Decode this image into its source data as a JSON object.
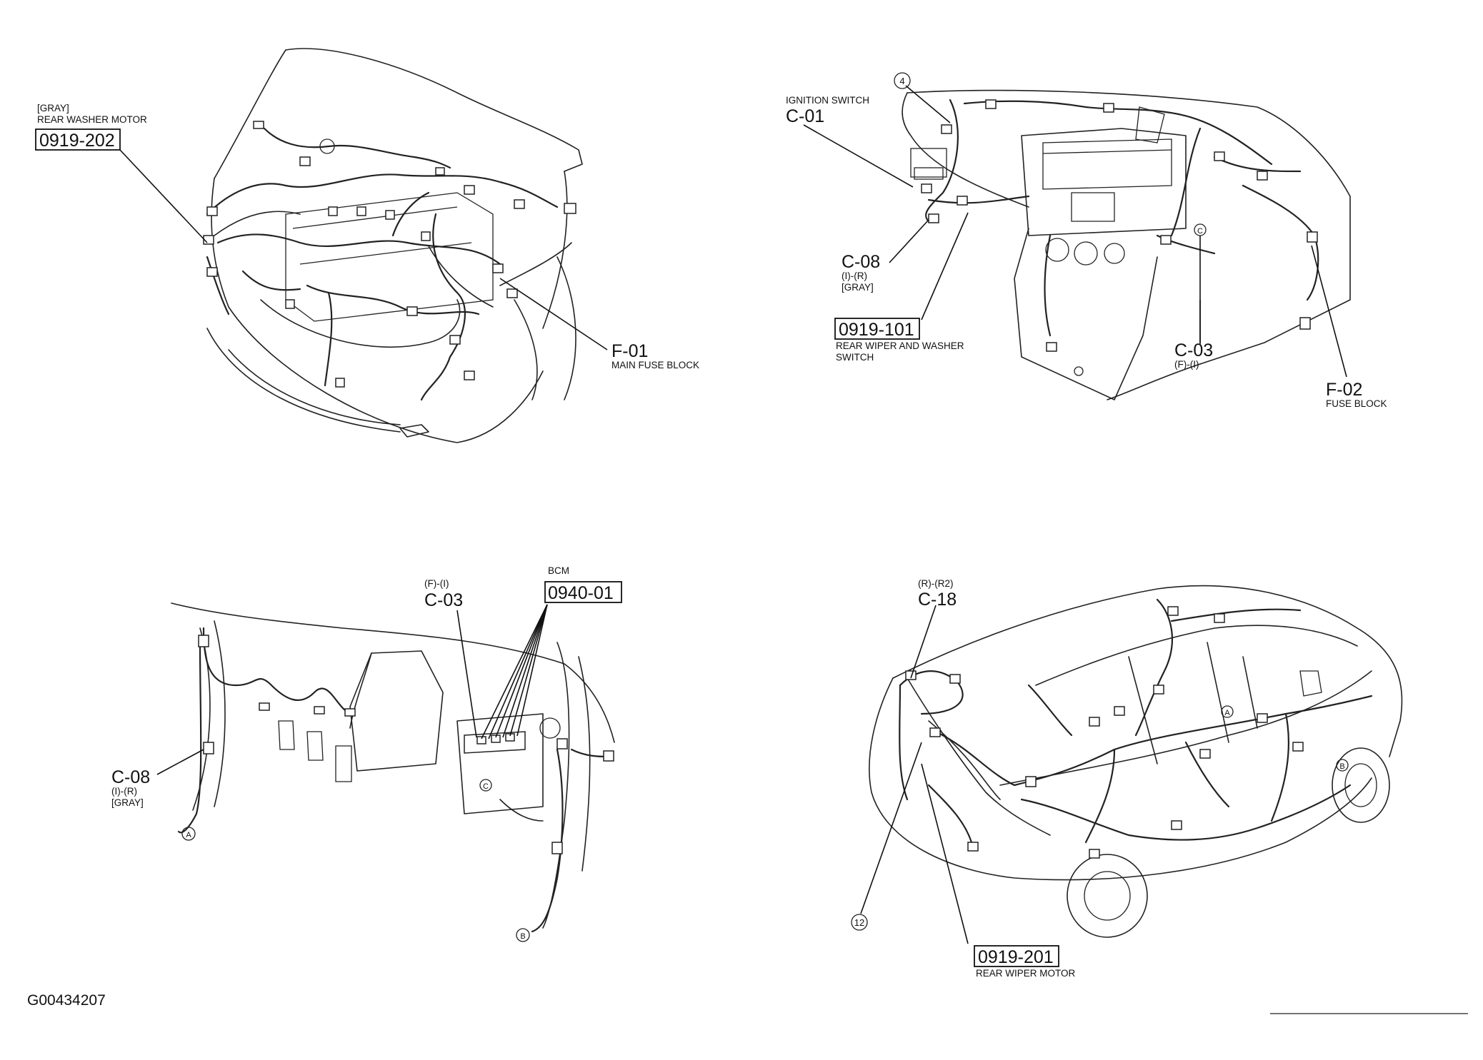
{
  "figure_id": "G00434207",
  "panels": {
    "engine": {
      "rear_washer_motor": {
        "color_note": "[GRAY]",
        "name": "REAR WASHER MOTOR",
        "code": "0919-202"
      },
      "main_fuse_block": {
        "code": "F-01",
        "name": "MAIN FUSE BLOCK"
      }
    },
    "dashboard": {
      "ignition_switch": {
        "name": "IGNITION SWITCH",
        "code": "C-01"
      },
      "callout_4": "4",
      "c08": {
        "code": "C-08",
        "pins": "(I)-(R)",
        "color_note": "[GRAY]"
      },
      "rear_wiper_washer_switch": {
        "code": "0919-101",
        "name_line1": "REAR WIPER AND WASHER",
        "name_line2": "SWITCH"
      },
      "c03": {
        "code": "C-03",
        "pins": "(F)-(I)"
      },
      "fuse_block": {
        "code": "F-02",
        "name": "FUSE BLOCK"
      },
      "marker_c": "C"
    },
    "instrument": {
      "bcm": {
        "name": "BCM",
        "code": "0940-01"
      },
      "c03": {
        "pins": "(F)-(I)",
        "code": "C-03"
      },
      "c08": {
        "code": "C-08",
        "pins": "(I)-(R)",
        "color_note": "[GRAY]"
      },
      "marker_a": "A",
      "marker_b": "B",
      "marker_c": "C"
    },
    "rear": {
      "c18": {
        "pins": "(R)-(R2)",
        "code": "C-18"
      },
      "callout_12": "12",
      "rear_wiper_motor": {
        "code": "0919-201",
        "name": "REAR WIPER MOTOR"
      },
      "marker_a": "A",
      "marker_b": "B"
    }
  }
}
